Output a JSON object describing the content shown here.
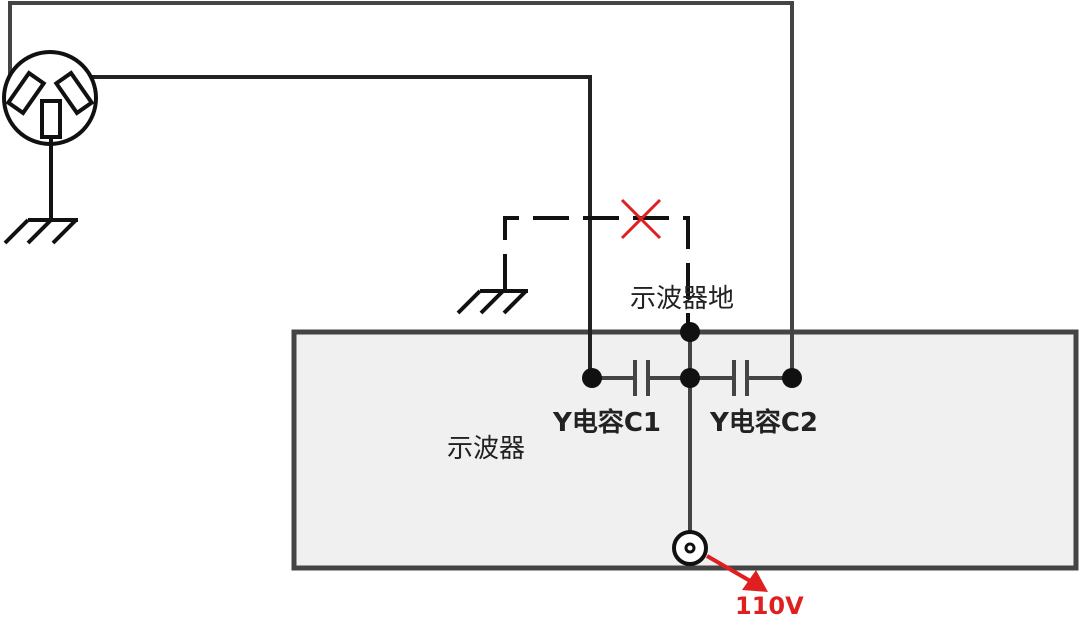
{
  "labels": {
    "scope_ground": "示波器地",
    "cap_c1": "Y电容C1",
    "cap_c2": "Y电容C2",
    "oscilloscope": "示波器",
    "voltage": "110V"
  },
  "colors": {
    "wire": "#444444",
    "accent": "#e02020",
    "box_fill": "#f0f0f0"
  }
}
